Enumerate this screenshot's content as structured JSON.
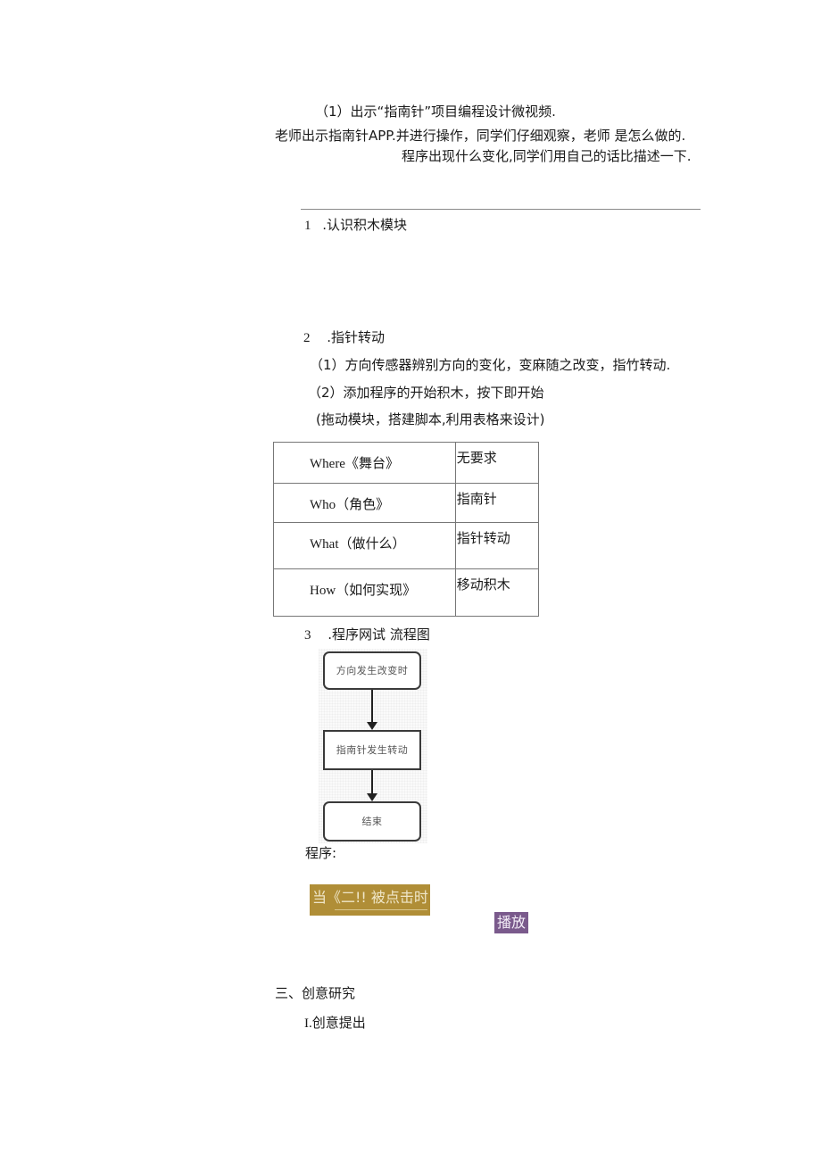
{
  "intro": {
    "line1": "（1）出示“指南针”项目编程设计微视频.",
    "line2": "老师出示指南针APP.并进行操作，同学们仔细观察，老师 是怎么做的.",
    "line3": "程序出现什么变化,同学们用自己的话比描述一下."
  },
  "section1": {
    "number": "1",
    "title": ".认识积木模块"
  },
  "section2": {
    "number": "2",
    "title": ".指针转动",
    "item1": "（1）方向传感器辨别方向的变化，变麻随之改变，指竹转动.",
    "item2": "（2）添加程序的开始积木，按下即开始",
    "note": "(拖动模块，搭建脚本,利用表格来设计)"
  },
  "table": {
    "rows": [
      {
        "key_en": "Where",
        "key_cn": "《舞台》",
        "value": "无要求"
      },
      {
        "key_en": "Who",
        "key_cn": "（角色》",
        "value": "指南针"
      },
      {
        "key_en": "What",
        "key_cn": " （做什么）",
        "value": "指针转动"
      },
      {
        "key_en": "How",
        "key_cn": " （如何实现》",
        "value": "移动积木"
      }
    ]
  },
  "section3": {
    "number": "3",
    "title": ".程序网试 流程图"
  },
  "flowchart": {
    "steps": [
      {
        "label": "方向发生改变时",
        "shape": "rounded"
      },
      {
        "label": "指南针发生转动",
        "shape": "rectangle"
      },
      {
        "label": "结束",
        "shape": "rounded"
      }
    ]
  },
  "program": {
    "label": "程序:",
    "event_block": "当《二!!  被点击时",
    "event_block_color": "#b08e37",
    "play_block": "播放",
    "play_block_color": "#7a5a8c"
  },
  "chapter3": {
    "title": "三、创意研究",
    "sub1": "I.创意提出"
  }
}
